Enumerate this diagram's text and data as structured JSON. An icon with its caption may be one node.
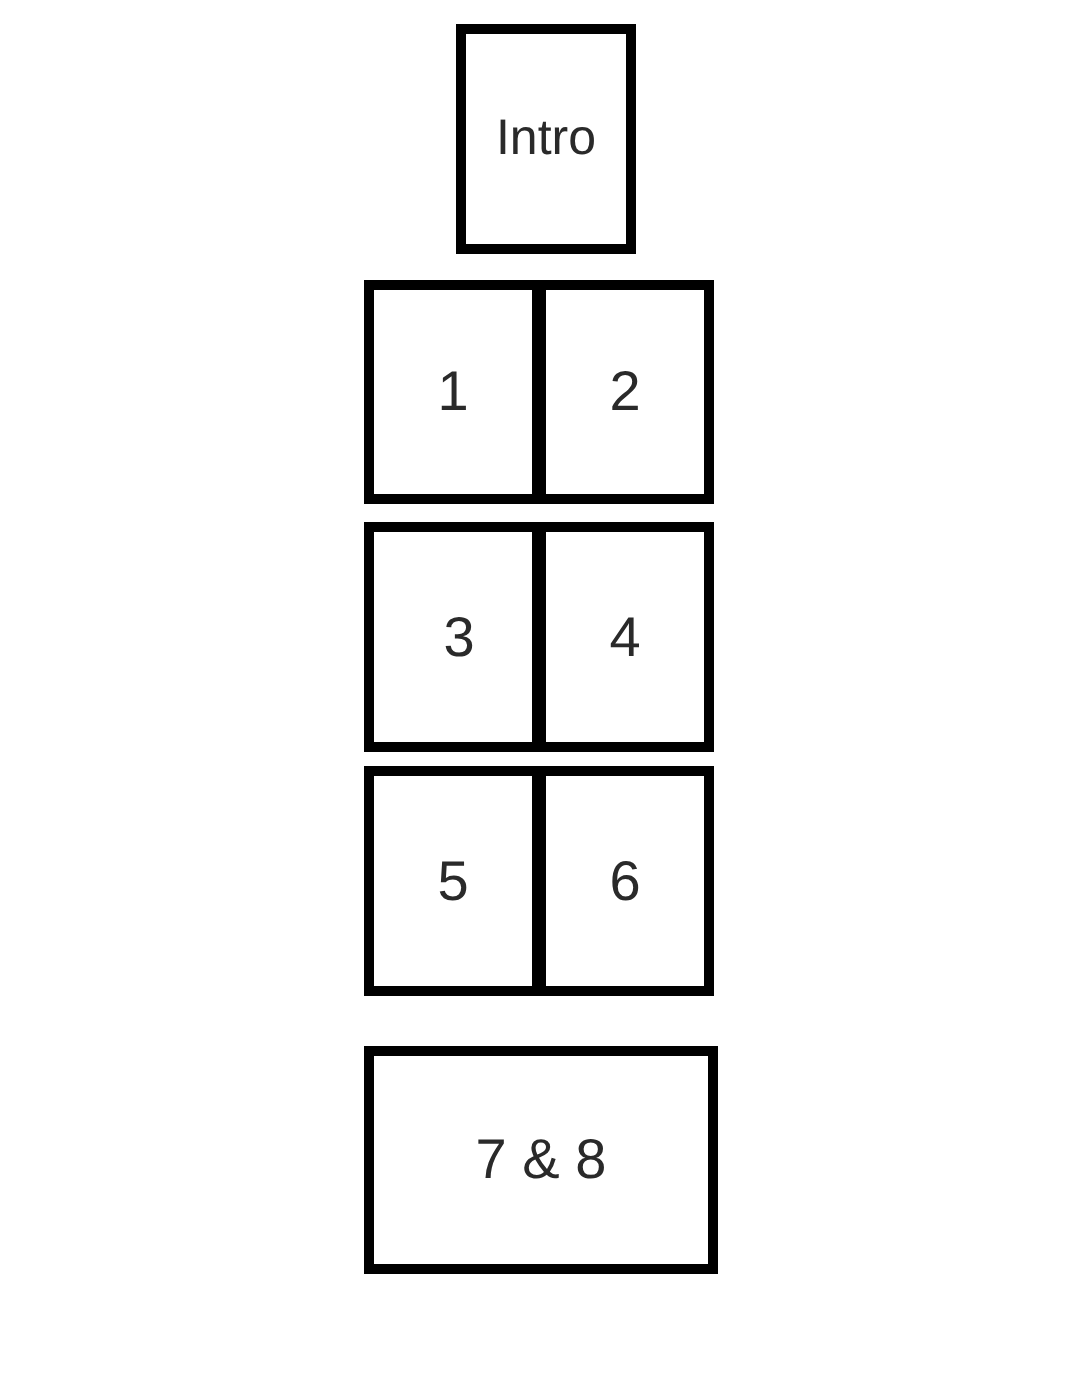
{
  "diagram": {
    "nodes": [
      {
        "text": [
          "Intro"
        ]
      },
      {
        "text": [
          "1"
        ]
      },
      {
        "text": [
          "2"
        ]
      },
      {
        "text": [
          "3"
        ]
      },
      {
        "text": [
          "4"
        ]
      },
      {
        "text": [
          "5"
        ]
      },
      {
        "text": [
          "6"
        ]
      },
      {
        "text": [
          "7 & 8"
        ]
      }
    ]
  }
}
